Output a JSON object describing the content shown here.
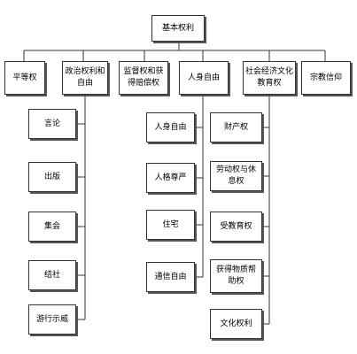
{
  "diagram": {
    "root": "基本权利",
    "categories": [
      {
        "id": "equality",
        "label": "平等权",
        "children": []
      },
      {
        "id": "political",
        "label": "政治权利和自由",
        "children": [
          "言论",
          "出版",
          "集会",
          "结社",
          "游行示威"
        ]
      },
      {
        "id": "supervision",
        "label": "监督权和获得赔偿权",
        "children": []
      },
      {
        "id": "personal",
        "label": "人身自由",
        "children": [
          "人身自由",
          "人格尊严",
          "住宅",
          "通信自由"
        ]
      },
      {
        "id": "socioeconomic",
        "label": "社会经济文化教育权",
        "children": [
          "财产权",
          "劳动权与休息权",
          "受教育权",
          "获得物质帮助权",
          "文化权利"
        ]
      },
      {
        "id": "religion",
        "label": "宗教信仰",
        "children": []
      }
    ]
  }
}
